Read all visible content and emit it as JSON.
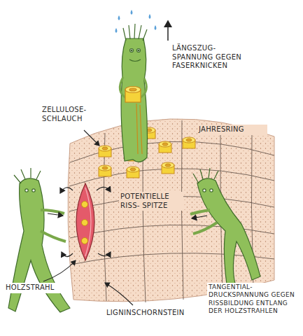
{
  "diagram": {
    "labels": [
      "LÄNGSZUG- SPANNUNG GEGEN FASERKNICKEN",
      "ZELLULOSE- SCHLAUCH",
      "JAHRESRING",
      "POTENTIELLE RISS- SPITZE",
      "HOLZSTRAHL",
      "LIGNINSCHORNSTEIN",
      "TANGENTIAL- DRUCKSPANNUNG GEGEN RISSBILDUNG ENTLANG DER HOLZSTRAHLEN"
    ]
  }
}
